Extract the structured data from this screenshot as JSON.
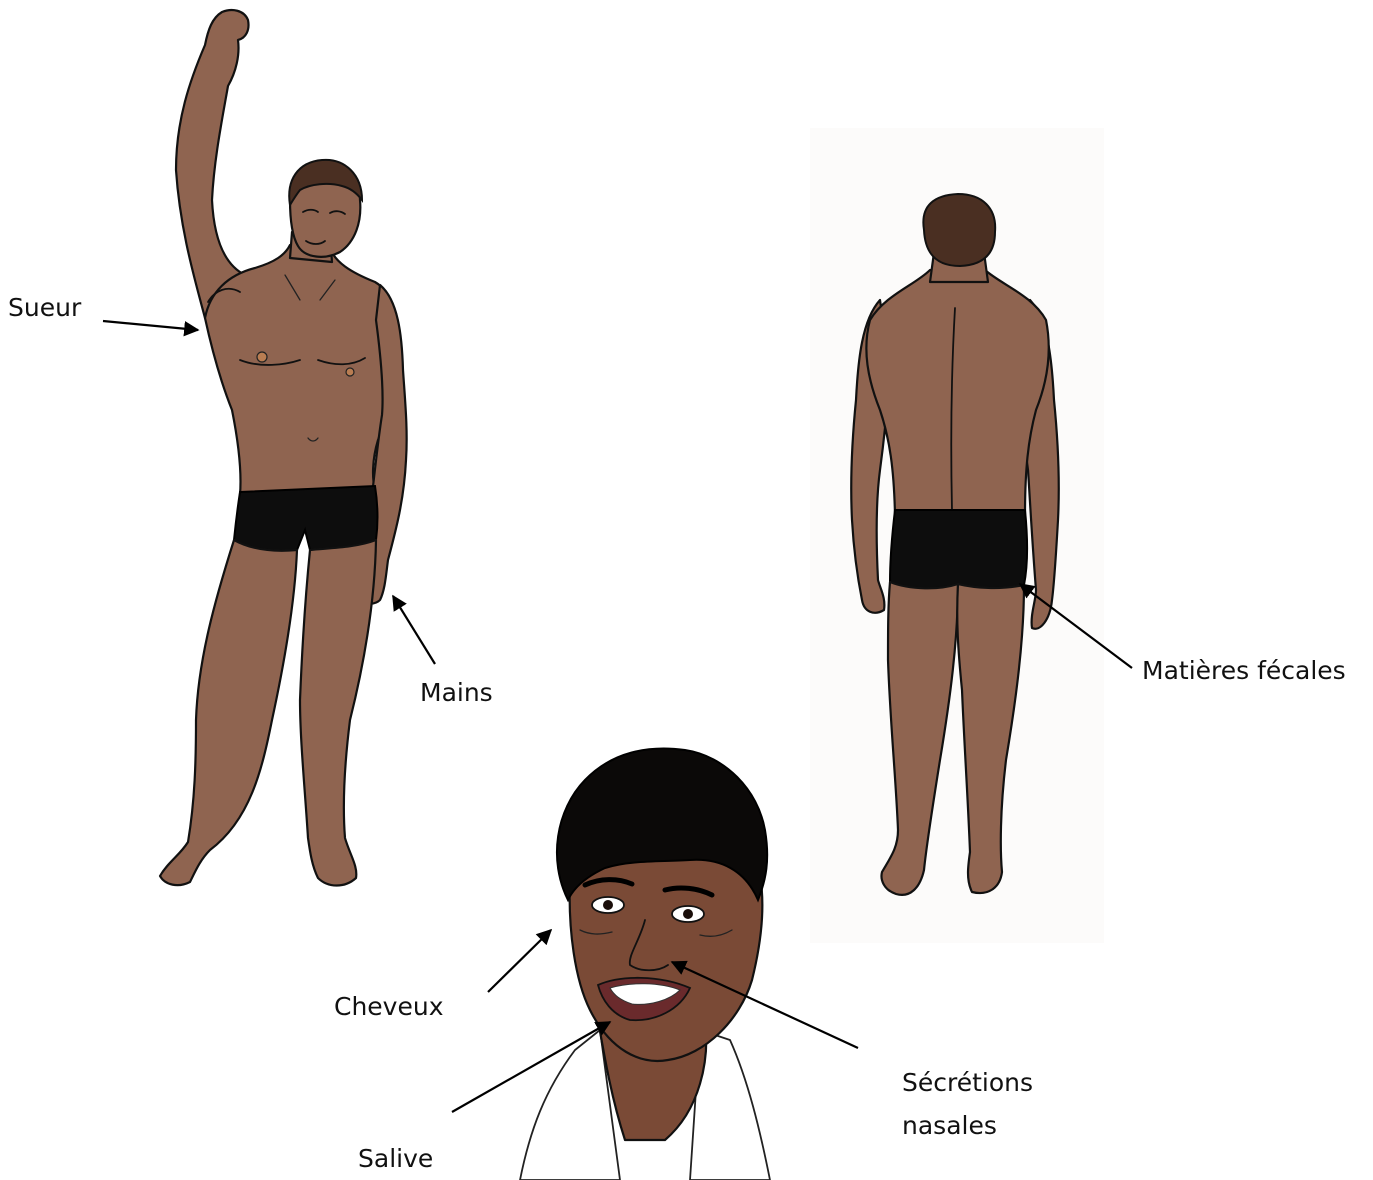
{
  "labels": {
    "sweat": "Sueur",
    "hands": "Mains",
    "feces": "Matières fécales",
    "hair": "Cheveux",
    "nasal_line1": "Sécrétions",
    "nasal_line2": "nasales",
    "saliva": "Salive"
  },
  "colors": {
    "skin": "#8f6450",
    "face_skin": "#7a4a36",
    "shorts": "#0d0d0d",
    "background": "#ffffff"
  }
}
